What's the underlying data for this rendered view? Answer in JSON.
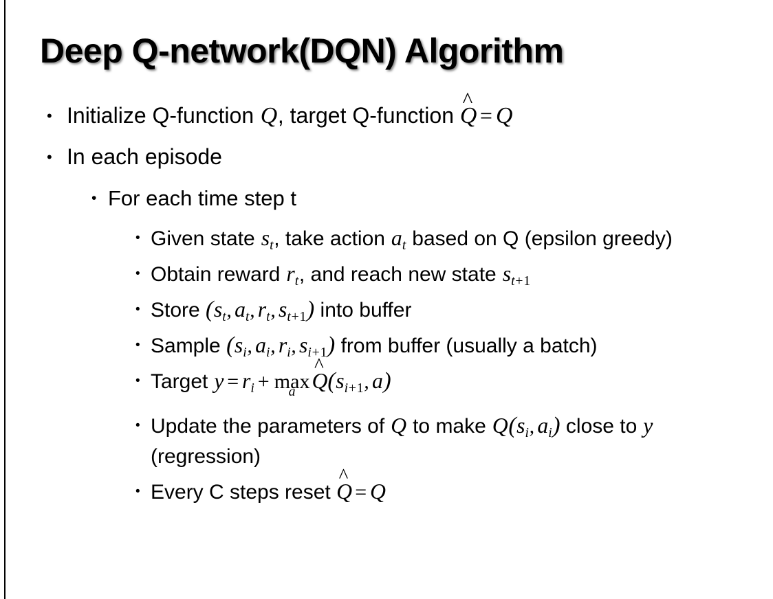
{
  "slide": {
    "title": "Deep Q-network(DQN) Algorithm",
    "background_color": "#ffffff",
    "text_color": "#000000",
    "accent_rule_color": "#000000"
  },
  "bullet_glyph": "•",
  "content": {
    "line1": {
      "level": 1,
      "parts": {
        "t1": "Initialize Q-function ",
        "var_q1": "Q",
        "t2": ", target Q-function ",
        "var_qhat": "Q",
        "hat": "^",
        "eq": "=",
        "var_q2": "Q"
      },
      "plain": "Initialize Q-function Q, target Q-function Q̂ = Q"
    },
    "line2": {
      "level": 1,
      "text": "In each episode"
    },
    "line3": {
      "level": 2,
      "text": "For each time step t"
    },
    "line4": {
      "level": 3,
      "parts": {
        "t1": "Given state ",
        "s": "s",
        "sub_s": "t",
        "t2": ", take action ",
        "a": "a",
        "sub_a": "t",
        "t3": " based on Q (epsilon greedy)"
      },
      "plain": "Given state s_t, take action a_t based on Q (epsilon greedy)"
    },
    "line5": {
      "level": 3,
      "parts": {
        "t1": "Obtain reward ",
        "r": "r",
        "sub_r": "t",
        "t2": ", and reach new state ",
        "s": "s",
        "sub_s_a": "t",
        "sub_s_op": "+",
        "sub_s_b": "1"
      },
      "plain": "Obtain reward r_t, and reach new state s_{t+1}"
    },
    "line6": {
      "level": 3,
      "parts": {
        "t1": "Store ",
        "open": "(",
        "s": "s",
        "sub_s": "t",
        "c1": ",",
        "a": "a",
        "sub_a": "t",
        "c2": ",",
        "r": "r",
        "sub_r": "t",
        "c3": ",",
        "s2": "s",
        "sub_s2_a": "t",
        "sub_s2_op": "+",
        "sub_s2_b": "1",
        "close": ")",
        "t2": " into buffer"
      },
      "plain": "Store (s_t, a_t, r_t, s_{t+1}) into buffer"
    },
    "line7": {
      "level": 3,
      "parts": {
        "t1": "Sample ",
        "open": "(",
        "s": "s",
        "sub_s": "i",
        "c1": ",",
        "a": "a",
        "sub_a": "i",
        "c2": ",",
        "r": "r",
        "sub_r": "i",
        "c3": ",",
        "s2": "s",
        "sub_s2_a": "i",
        "sub_s2_op": "+",
        "sub_s2_b": "1",
        "close": ")",
        "t2": " from buffer (usually a batch)"
      },
      "plain": "Sample (s_i, a_i, r_i, s_{i+1}) from buffer (usually a batch)"
    },
    "line8": {
      "level": 3,
      "parts": {
        "t1": "Target ",
        "y": "y",
        "eq": "=",
        "r": "r",
        "sub_r": "i",
        "plus": "+",
        "op": "max",
        "op_limit": "a",
        "qhat": "Q",
        "hat": "^",
        "open": "(",
        "s": "s",
        "sub_s_a": "i",
        "sub_s_op": "+",
        "sub_s_b": "1",
        "comma": ",",
        "a": "a",
        "close": ")"
      },
      "plain": "Target y = r_i + max_a Q̂(s_{i+1}, a)"
    },
    "line9": {
      "level": 3,
      "parts": {
        "t1": "Update the parameters of ",
        "q1": "Q",
        "t2": " to make ",
        "q2": "Q",
        "open": "(",
        "s": "s",
        "sub_s": "i",
        "comma": ",",
        "a": "a",
        "sub_a": "i",
        "close": ")",
        "t3": " close to ",
        "y": "y",
        "t4": " (regression)"
      },
      "plain": "Update the parameters of Q to make Q(s_i, a_i) close to y (regression)"
    },
    "line10": {
      "level": 3,
      "parts": {
        "t1": "Every C steps reset ",
        "qhat": "Q",
        "hat": "^",
        "eq": "=",
        "q": "Q"
      },
      "plain": "Every C steps reset Q̂ = Q"
    }
  }
}
